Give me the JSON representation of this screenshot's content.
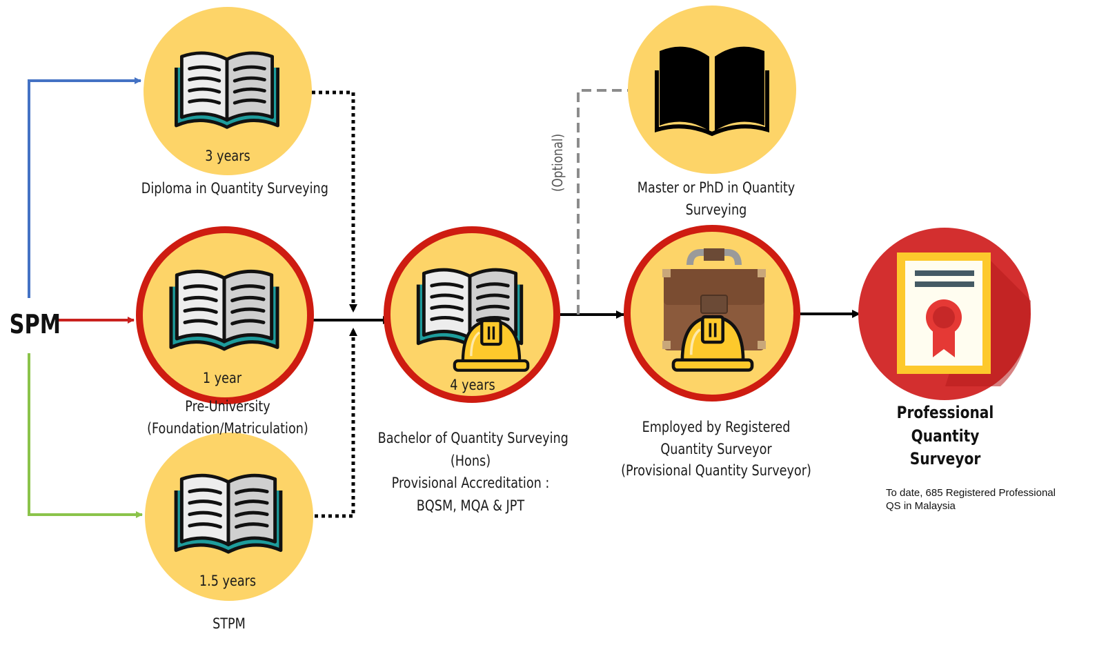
{
  "start": {
    "label": "SPM"
  },
  "nodes": {
    "diploma": {
      "duration": "3 years",
      "title": "Diploma in Quantity Surveying"
    },
    "preuniversity": {
      "duration": "1 year",
      "title_line1": "Pre-University",
      "title_line2": "(Foundation/Matriculation)"
    },
    "stpm": {
      "duration": "1.5 years",
      "title": "STPM"
    },
    "bachelor": {
      "duration": "4 years",
      "title_line1": "Bachelor of Quantity Surveying",
      "title_line2": "(Hons)",
      "title_line3": "Provisional Accreditation :",
      "title_line4": "BQSM, MQA & JPT"
    },
    "master": {
      "title_line1": "Master or PhD in Quantity",
      "title_line2": "Surveying"
    },
    "employed": {
      "title_line1": "Employed by Registered",
      "title_line2": "Quantity Surveyor",
      "title_line3": "(Provisional Quantity Surveyor)"
    },
    "professional": {
      "title_line1": "Professional",
      "title_line2": "Quantity Surveyor"
    }
  },
  "optional_label": "(Optional)",
  "note": {
    "line1": "To date, 685 Registered Professional",
    "line2": "QS in Malaysia"
  },
  "colors": {
    "circle_fill": "#FDD468",
    "red_ring": "#CE1C11",
    "blue_arrow": "#4472C4",
    "red_arrow": "#C9211E",
    "green_arrow": "#8BC34A",
    "book_teal": "#1E9C9C",
    "helmet_yellow": "#FDC92C",
    "briefcase_brown": "#8B5A3C",
    "certificate_red": "#E53935"
  },
  "icons": [
    "open-book-icon",
    "black-book-icon",
    "briefcase-icon",
    "helmet-icon",
    "certificate-icon"
  ]
}
